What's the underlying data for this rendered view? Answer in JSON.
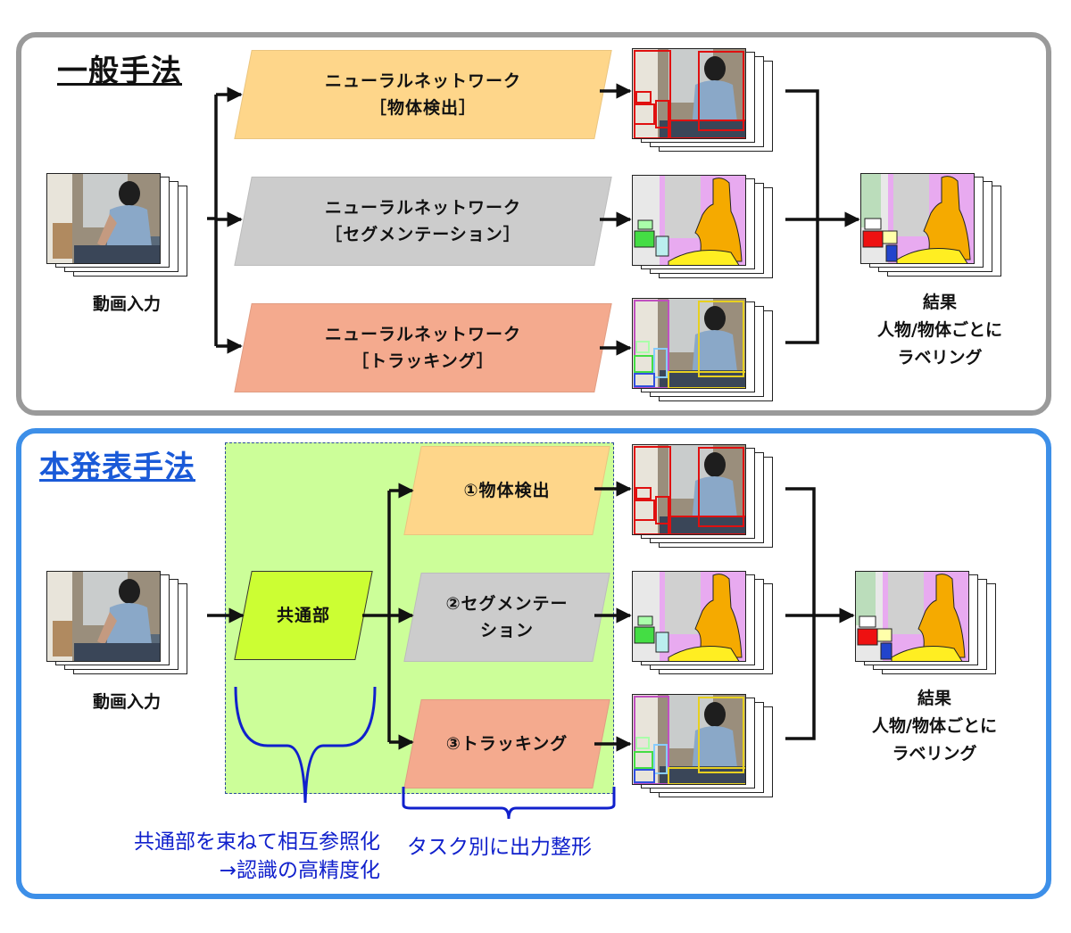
{
  "top": {
    "title": "一般手法",
    "input_label": "動画入力",
    "methods": [
      {
        "line1": "ニューラルネットワーク",
        "line2": "［物体検出］",
        "color": "#fed68a"
      },
      {
        "line1": "ニューラルネットワーク",
        "line2": "［セグメンテーション］",
        "color": "#cccccc"
      },
      {
        "line1": "ニューラルネットワーク",
        "line2": "［トラッキング］",
        "color": "#f4aa8e"
      }
    ],
    "result": {
      "line1": "結果",
      "line2": "人物/物体ごとに",
      "line3": "ラベリング"
    }
  },
  "bottom": {
    "title": "本発表手法",
    "input_label": "動画入力",
    "common": "共通部",
    "tasks": [
      {
        "line1": "①物体検出",
        "line2": "",
        "color": "#fed68a"
      },
      {
        "line1": "②セグメンテー",
        "line2": "ション",
        "color": "#cccccc"
      },
      {
        "line1": "③トラッキング",
        "line2": "",
        "color": "#f4aa8e"
      }
    ],
    "result": {
      "line1": "結果",
      "line2": "人物/物体ごとに",
      "line3": "ラベリング"
    },
    "note_left": {
      "line1": "共通部を束ねて相互参照化",
      "line2": "→認識の高精度化"
    },
    "note_right": "タスク別に出力整形"
  },
  "colors": {
    "top_border": "#9a9a9a",
    "bottom_border": "#3d8fe8",
    "green_region": "#ccfe99",
    "common_box": "#ccfe33",
    "note_text": "#1020cc",
    "detection_box": "#e01010",
    "segmentation_person": "#f5aa00",
    "segmentation_bg": "#e8aaf0",
    "tracking_box": "#e8d020"
  }
}
